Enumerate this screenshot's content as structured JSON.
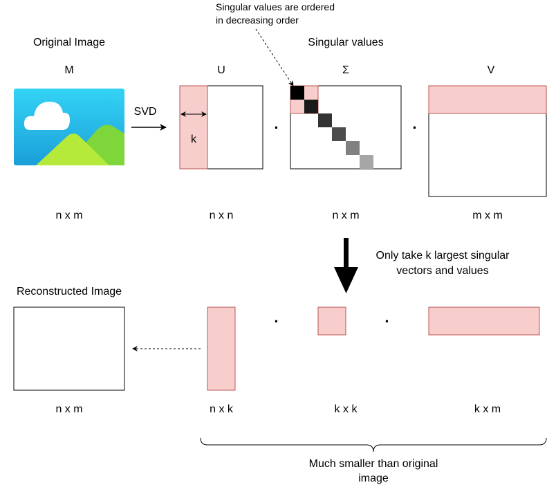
{
  "colors": {
    "background": "#ffffff",
    "stroke": "#000000",
    "highlight_fill": "#f8cecc",
    "highlight_stroke": "#b85450",
    "sky": "#2ec4f0",
    "sky_dark": "#1aa0d8",
    "cloud": "#ffffff",
    "hill_front": "#b5ea3a",
    "hill_back": "#7fd63a",
    "singular_value_shades": [
      "#000000",
      "#1a1a1a",
      "#333333",
      "#4d4d4d",
      "#808080",
      "#a6a6a6"
    ]
  },
  "labels": {
    "original_image": "Original Image",
    "singular_values": "Singular values",
    "ordering_note_line1": "Singular values are ordered",
    "ordering_note_line2": "in decreasing order",
    "M": "M",
    "U": "U",
    "Sigma": "Σ",
    "V": "V",
    "svd": "SVD",
    "k": "k",
    "dot": "·",
    "dim_M": "n x m",
    "dim_U": "n x n",
    "dim_Sigma": "n x m",
    "dim_V": "m x m",
    "truncation_note_line1": "Only take k largest singular",
    "truncation_note_line2": "vectors and values",
    "reconstructed_image": "Reconstructed Image",
    "dim_reconstructed": "n x m",
    "dim_Uk": "n x k",
    "dim_Sigmak": "k x k",
    "dim_Vk": "k x m",
    "summary_line1": "Much smaller than original",
    "summary_line2": "image"
  },
  "icons": {
    "image": "image-icon",
    "svd_arrow": "arrow-right-icon",
    "down_arrow": "arrow-down-icon"
  }
}
